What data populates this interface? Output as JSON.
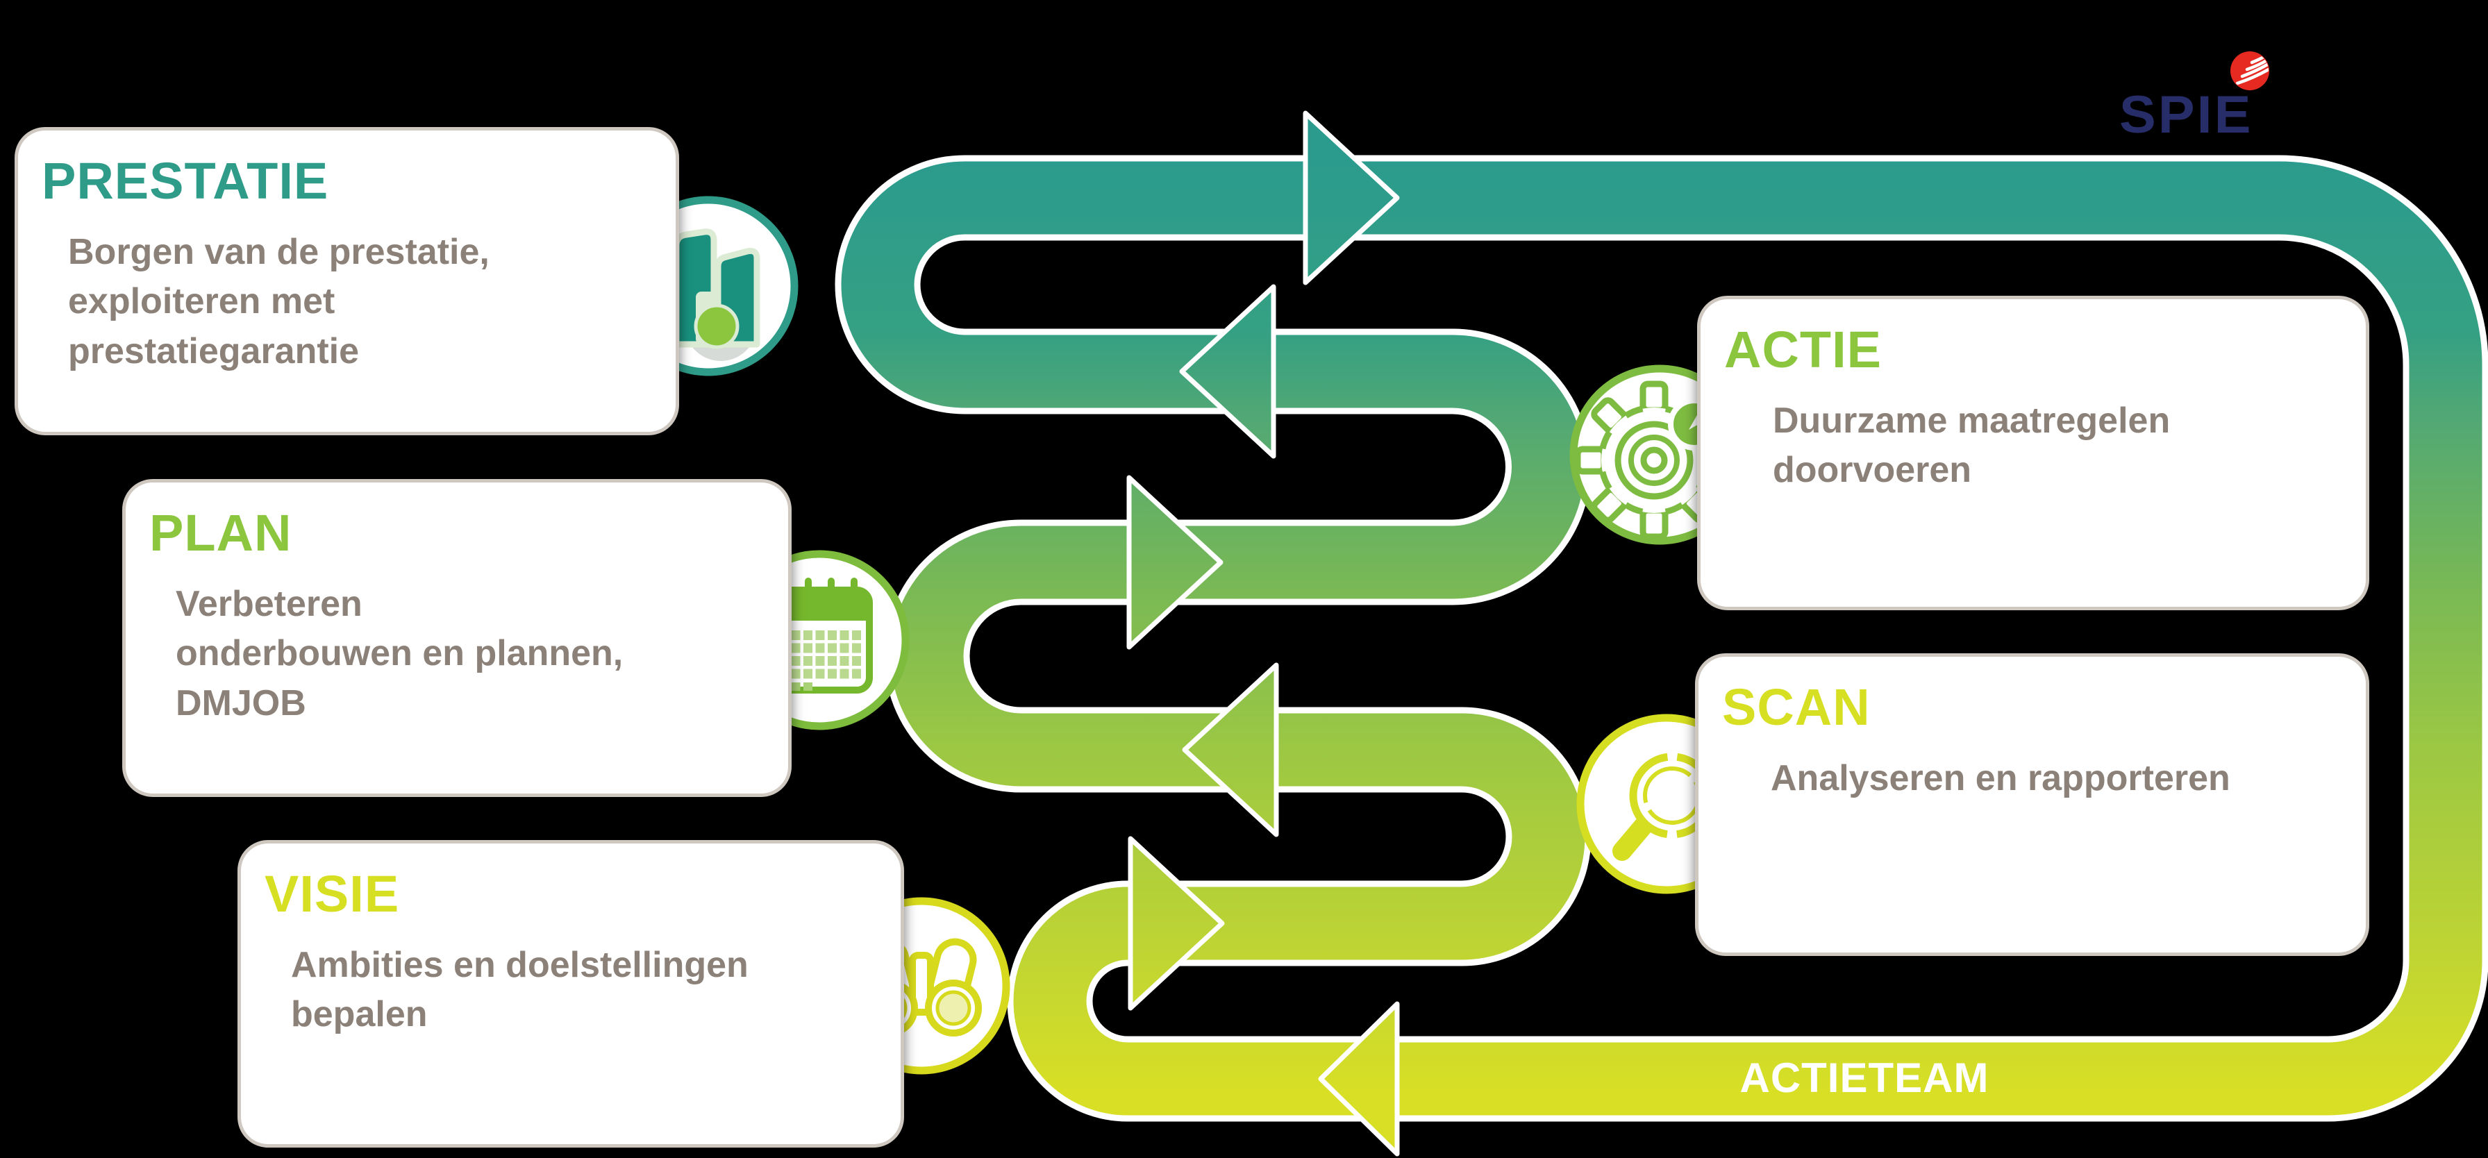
{
  "background_color": "#000000",
  "logo": {
    "text": "SPIE",
    "text_color": "#272d69",
    "globe_color": "#e62a22"
  },
  "loop": {
    "label": "ACTIETEAM",
    "label_color": "#ffffff"
  },
  "palette": {
    "teal": "#2e9c88",
    "green": "#8cc63f",
    "yellow_green": "#d7df23",
    "body_text": "#8b8178",
    "card_border": "#cfc8c0",
    "band_gradient": [
      "#2b9b8d",
      "#3fa17d",
      "#7ab954",
      "#9dc843",
      "#c3d830",
      "#d8df25"
    ]
  },
  "cards": [
    {
      "id": "prestatie",
      "title": "PRESTATIE",
      "accent": "#2e9c88",
      "body": "Borgen van de prestatie,\nexploiteren met\nprestatiegarantie",
      "icon": "buildings-icon"
    },
    {
      "id": "plan",
      "title": "PLAN",
      "accent": "#8cc63f",
      "body": "Verbeteren\nonderbouwen en plannen,\nDMJOB",
      "icon": "calendar-icon"
    },
    {
      "id": "visie",
      "title": "VISIE",
      "accent": "#d7df23",
      "body": "Ambities en doelstellingen\nbepalen",
      "icon": "binoculars-icon"
    },
    {
      "id": "actie",
      "title": "ACTIE",
      "accent": "#8cc63f",
      "body": "Duurzame maatregelen\ndoorvoeren",
      "icon": "gear-wrench-icon"
    },
    {
      "id": "scan",
      "title": "SCAN",
      "accent": "#d7df23",
      "body": "Analyseren en rapporteren",
      "icon": "magnifier-icon"
    }
  ]
}
